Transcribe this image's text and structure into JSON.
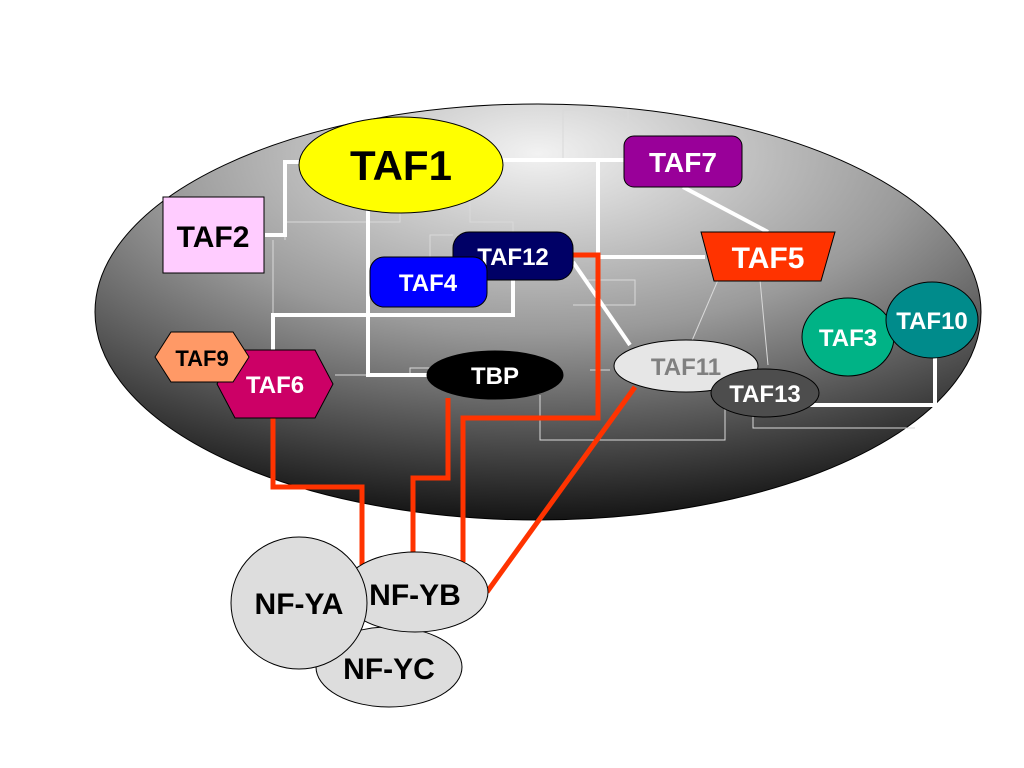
{
  "diagram": {
    "nodes": {
      "taf1": {
        "label": "TAF1",
        "fill": "#ffff00",
        "text_color": "#000000"
      },
      "taf2": {
        "label": "TAF2",
        "fill": "#ffccff",
        "text_color": "#000000"
      },
      "taf7": {
        "label": "TAF7",
        "fill": "#990099",
        "text_color": "#ffffff"
      },
      "taf12": {
        "label": "TAF12",
        "fill": "#000066",
        "text_color": "#ffffff"
      },
      "taf4": {
        "label": "TAF4",
        "fill": "#0000ff",
        "text_color": "#ffffff"
      },
      "taf5": {
        "label": "TAF5",
        "fill": "#ff3300",
        "text_color": "#ffffff"
      },
      "taf3": {
        "label": "TAF3",
        "fill": "#00b386",
        "text_color": "#ffffff"
      },
      "taf10": {
        "label": "TAF10",
        "fill": "#008b8b",
        "text_color": "#ffffff"
      },
      "taf9": {
        "label": "TAF9",
        "fill": "#ff9966",
        "text_color": "#000000"
      },
      "taf6": {
        "label": "TAF6",
        "fill": "#cc0066",
        "text_color": "#ffffff"
      },
      "tbp": {
        "label": "TBP",
        "fill": "#000000",
        "text_color": "#ffffff"
      },
      "taf11": {
        "label": "TAF11",
        "fill": "#e6e6e6",
        "text_color": "#808080"
      },
      "taf13": {
        "label": "TAF13",
        "fill": "#4d4d4d",
        "text_color": "#ffffff"
      },
      "nfya": {
        "label": "NF-YA",
        "fill": "#dddddd",
        "text_color": "#000000"
      },
      "nfyb": {
        "label": "NF-YB",
        "fill": "#dddddd",
        "text_color": "#000000"
      },
      "nfyc": {
        "label": "NF-YC",
        "fill": "#dddddd",
        "text_color": "#000000"
      }
    },
    "colors": {
      "complex_light": "#f2f2f2",
      "complex_dark": "#000000",
      "interaction_white": "#ffffff",
      "interaction_red": "#ff3300"
    }
  }
}
